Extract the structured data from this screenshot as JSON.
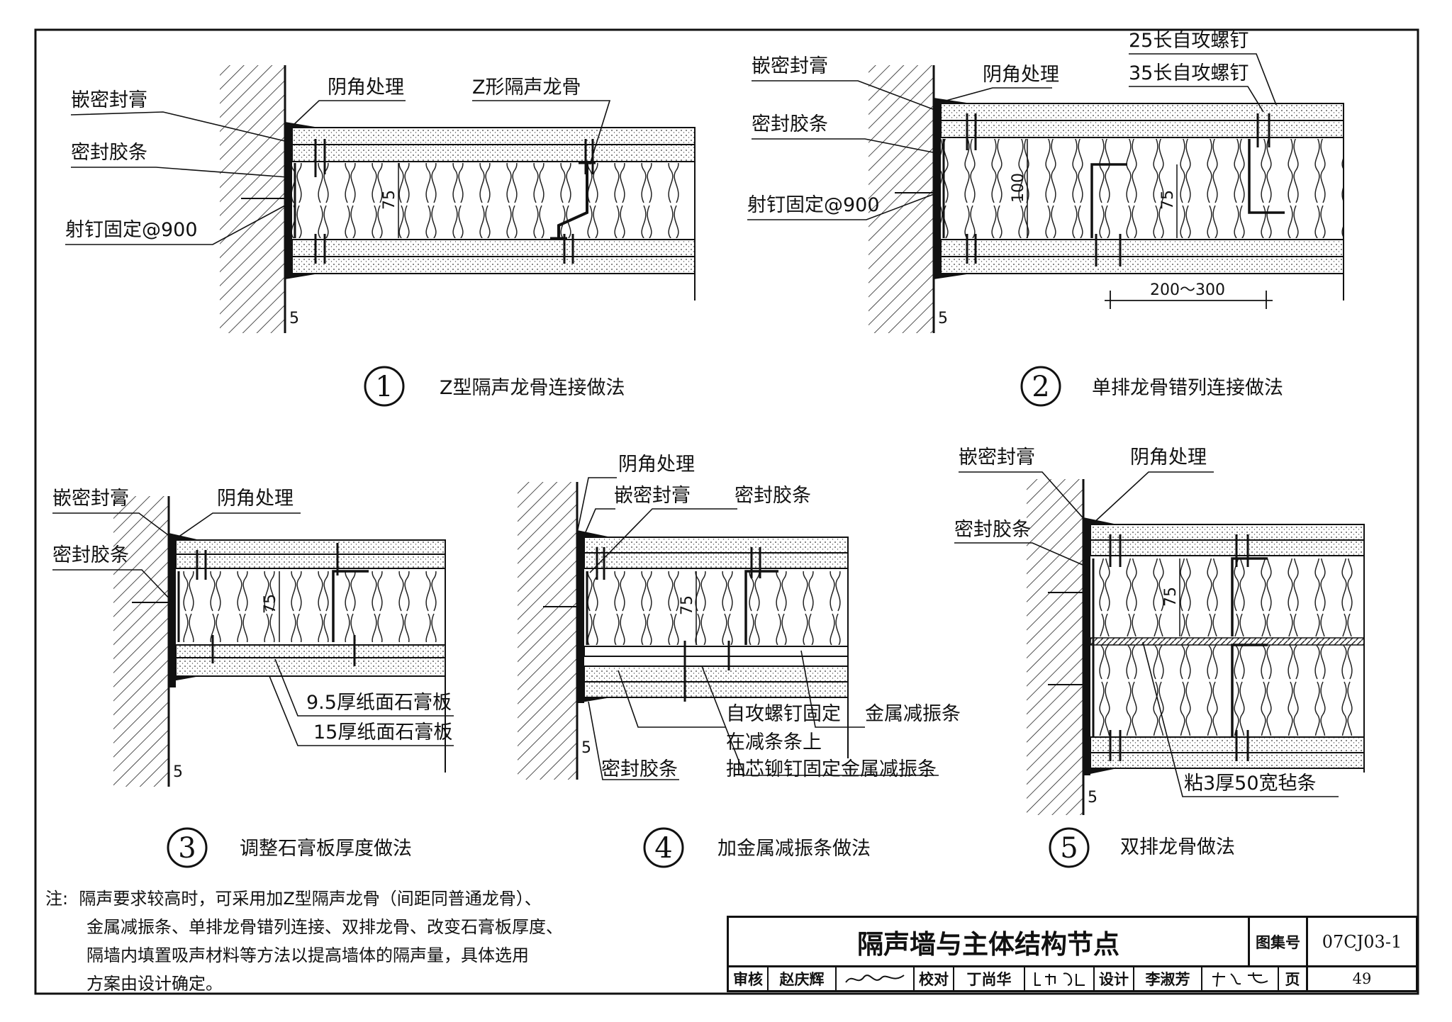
{
  "details": [
    {
      "number": "1",
      "caption": "Z型隔声龙骨连接做法",
      "labels": [
        "嵌密封膏",
        "阴角处理",
        "Z形隔声龙骨",
        "密封胶条",
        "射钉固定@900"
      ],
      "dims": [
        "75",
        "5"
      ]
    },
    {
      "number": "2",
      "caption": "单排龙骨错列连接做法",
      "labels": [
        "嵌密封膏",
        "阴角处理",
        "25长自攻螺钉",
        "35长自攻螺钉",
        "密封胶条",
        "射钉固定@900"
      ],
      "dims": [
        "100",
        "75",
        "200～300",
        "5"
      ]
    },
    {
      "number": "3",
      "caption": "调整石膏板厚度做法",
      "labels": [
        "嵌密封膏",
        "阴角处理",
        "密封胶条",
        "9.5厚纸面石膏板",
        "15厚纸面石膏板"
      ],
      "dims": [
        "75",
        "5"
      ]
    },
    {
      "number": "4",
      "caption": "加金属减振条做法",
      "labels": [
        "阴角处理",
        "嵌密封膏",
        "密封胶条",
        "自攻螺钉固定",
        "在减条条上",
        "金属减振条",
        "抽芯铆钉固定金属减振条",
        "密封胶条"
      ],
      "dims": [
        "75",
        "5"
      ]
    },
    {
      "number": "5",
      "caption": "双排龙骨做法",
      "labels": [
        "嵌密封膏",
        "阴角处理",
        "密封胶条",
        "粘3厚50宽毡条"
      ],
      "dims": [
        "75",
        "5"
      ]
    }
  ],
  "note": {
    "prefix": "注:",
    "lines": [
      "隔声要求较高时，可采用加Z型隔声龙骨（间距同普通龙骨）、",
      "金属减振条、单排龙骨错列连接、双排龙骨、改变石膏板厚度、",
      "隔墙内填置吸声材料等方法以提高墙体的隔声量，具体选用",
      "方案由设计确定。"
    ]
  },
  "title_block": {
    "title": "隔声墙与主体结构节点",
    "atlas_label": "图集号",
    "atlas_no": "07CJ03-1",
    "review_label": "审核",
    "reviewer": "赵庆辉",
    "check_label": "校对",
    "checker": "丁尚华",
    "design_label": "设计",
    "designer": "李淑芳",
    "page_label": "页",
    "page_no": "49"
  }
}
